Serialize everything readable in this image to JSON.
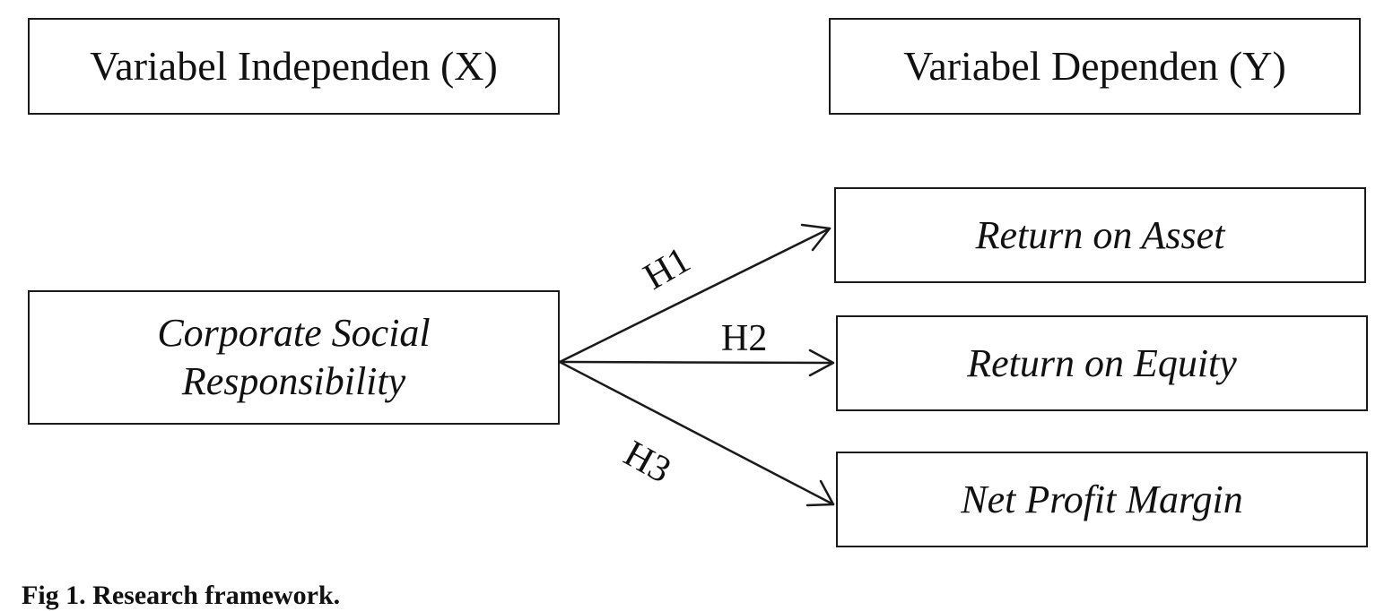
{
  "diagram": {
    "header_independent": "Variabel Independen (X)",
    "header_dependent": "Variabel Dependen (Y)",
    "independent_variable": {
      "line1": "Corporate Social",
      "line2": "Responsibility"
    },
    "dependent_variables": {
      "roa": "Return on Asset",
      "roe": "Return on Equity",
      "npm": "Net Profit Margin"
    },
    "hypotheses": {
      "h1": "H1",
      "h2": "H2",
      "h3": "H3"
    },
    "line_color": "#1a1a1a"
  },
  "caption": "Fig 1.  Research framework."
}
